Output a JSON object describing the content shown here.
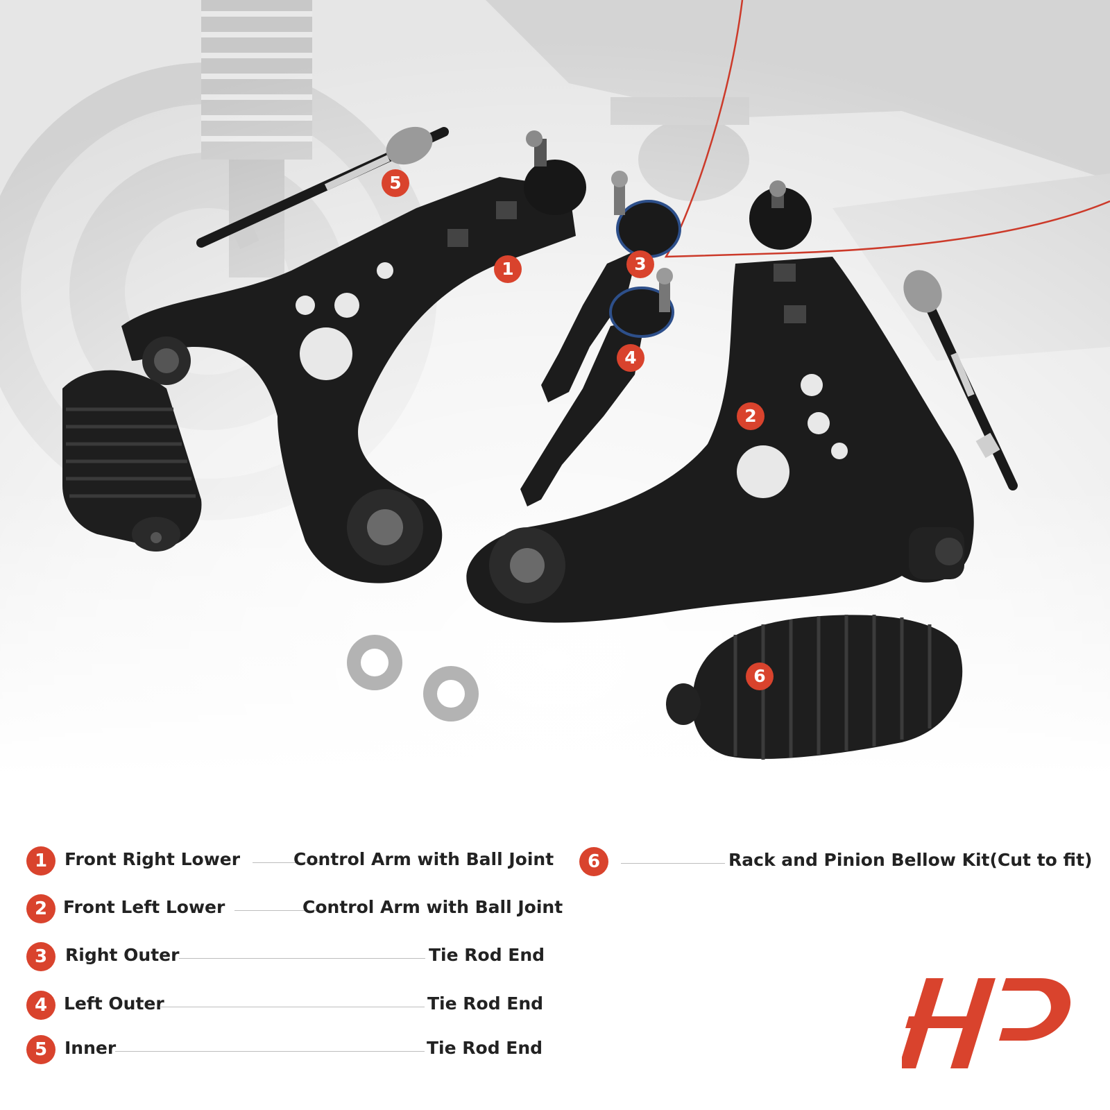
{
  "callouts": [
    "1",
    "2",
    "3",
    "4",
    "5",
    "6"
  ],
  "legend": [
    {
      "num": "1",
      "left": "Front Right Lower",
      "right": "Control Arm with Ball Joint"
    },
    {
      "num": "2",
      "left": "Front Left Lower",
      "right": "Control Arm with Ball Joint"
    },
    {
      "num": "3",
      "left": "Right Outer",
      "right": "Tie Rod End"
    },
    {
      "num": "4",
      "left": "Left Outer",
      "right": "Tie Rod End"
    },
    {
      "num": "5",
      "left": "Inner",
      "right": "Tie Rod End"
    },
    {
      "num": "6",
      "left": "",
      "right": "Rack and Pinion Bellow Kit(Cut to fit)"
    }
  ],
  "colors": {
    "accent": "#d9432d",
    "part": "#1b1b1b",
    "background_photo": "#d7d7d7"
  },
  "icons": [
    "brand-logo-icon"
  ]
}
